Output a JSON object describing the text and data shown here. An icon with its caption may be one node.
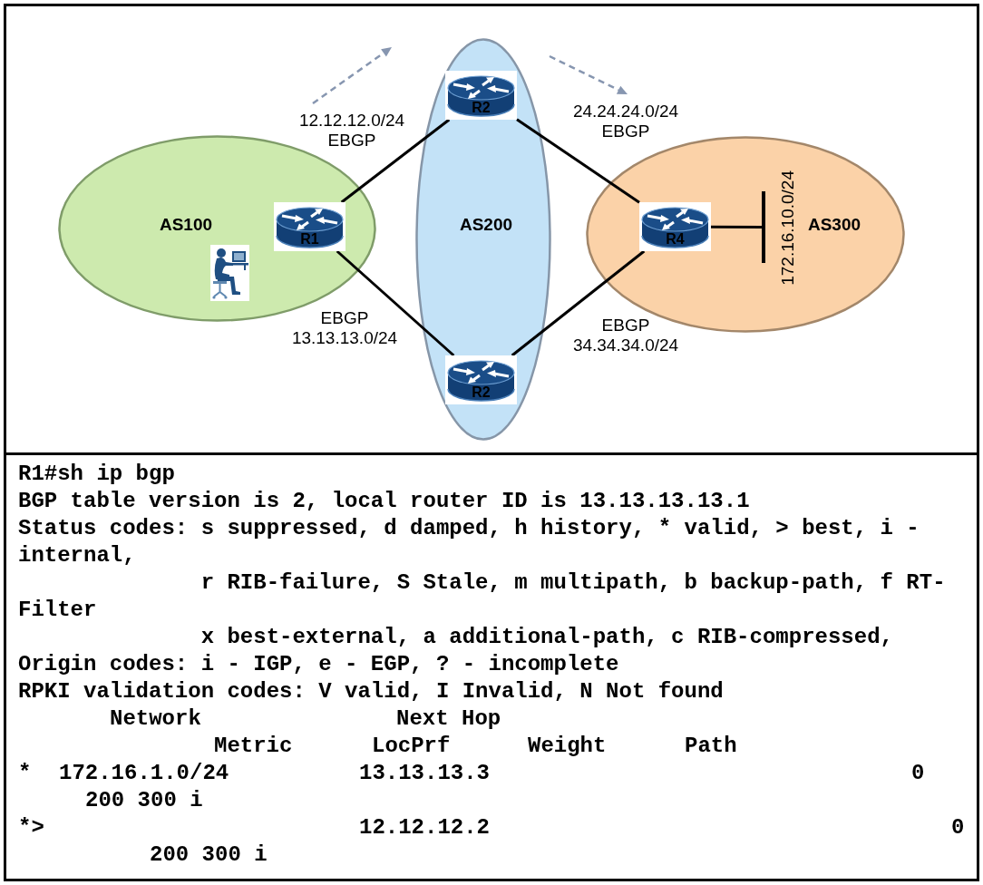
{
  "diagram": {
    "nodes": [
      {
        "text": [
          "AS100"
        ]
      },
      {
        "text": [
          "R1"
        ],
        "in": 0
      },
      {
        "text": [
          "AS200"
        ]
      },
      {
        "text": [
          "R2"
        ],
        "in": 2
      },
      {
        "text": [
          "R2"
        ],
        "in": 2
      },
      {
        "text": [
          "AS300"
        ]
      },
      {
        "text": [
          "R4"
        ],
        "in": 5
      },
      {
        "text": [],
        "shape": "bar",
        "in": 5,
        "beside": [
          "172.16.10.0/24"
        ]
      }
    ],
    "edges": [
      {
        "from": 1,
        "to": 3,
        "arrow": "none",
        "label": "12.12.12.0/24 EBGP"
      },
      {
        "from": 1,
        "to": 4,
        "arrow": "none",
        "label": "EBGP 13.13.13.0/24"
      },
      {
        "from": 3,
        "to": 6,
        "arrow": "none",
        "label": "24.24.24.0/24 EBGP"
      },
      {
        "from": 4,
        "to": 6,
        "arrow": "none",
        "label": "EBGP 34.34.34.0/24"
      },
      {
        "from": 6,
        "to": 7,
        "arrow": "none"
      }
    ],
    "labels": [
      "R1#sh ip bgp",
      "BGP table version is 2, local router ID is 13.13.13.13.1",
      "Status codes: s suppressed, d damped, h history, * valid, > best, i - internal,",
      "r RIB-failure, S Stale, m multipath, b backup-path, f RT-Filter",
      "x best-external, a additional-path, c RIB-compressed,",
      "Origin codes: i - IGP, e - EGP, ? - incomplete",
      "RPKI validation codes: V valid, I Invalid, N Not found",
      "Network",
      "Next Hop",
      "Metric",
      "LocPrf",
      "Weight",
      "Path",
      "*",
      "172.16.1.0/24",
      "13.13.13.3",
      "0",
      "200 300 i",
      "*>",
      "12.12.12.2",
      "0",
      "200 300 i"
    ]
  }
}
